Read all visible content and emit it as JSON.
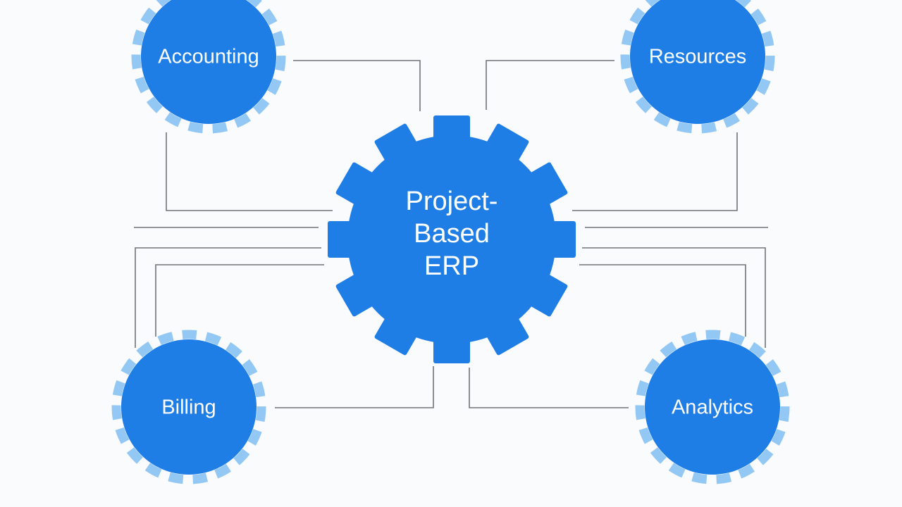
{
  "diagram": {
    "center": {
      "lines": [
        "Project-",
        "Based",
        "ERP"
      ]
    },
    "modules": {
      "accounting": "Accounting",
      "resources": "Resources",
      "billing": "Billing",
      "analytics": "Analytics"
    }
  },
  "colors": {
    "primary": "#1e7ee6",
    "tick": "#93c8f4",
    "connector": "#6f7479",
    "background": "#fafbfc"
  }
}
